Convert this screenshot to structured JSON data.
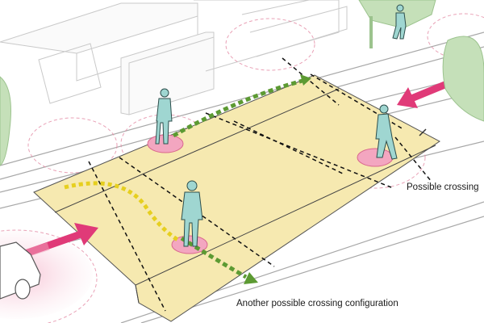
{
  "labels": {
    "possible_crossing": "Possible crossing",
    "another_crossing": "Another possible crossing configuration"
  },
  "colors": {
    "crossing_fill": "#f6e9b0",
    "person": "#9fd6d1",
    "person_outline": "#2d4e4c",
    "green_arrow": "#5c9a32",
    "yellow_arrow": "#f0df3a",
    "magenta_arrow": "#e03a78",
    "tree": "#c5e0b9",
    "halo": "#f2a7bf"
  },
  "icons": [
    "pedestrian-figure",
    "car-outline",
    "tree-silhouette",
    "traffic-arrow"
  ]
}
